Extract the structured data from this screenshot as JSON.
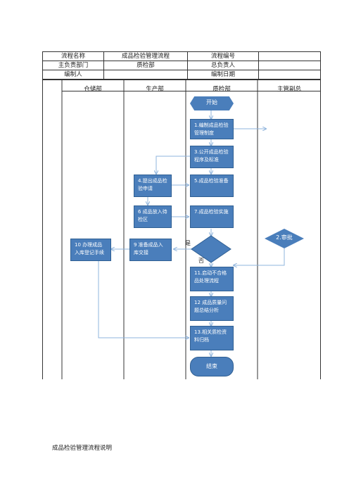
{
  "header": {
    "process_name_label": "流程名称",
    "process_name_value": "成品检验管理流程",
    "process_no_label": "流程编号",
    "process_no_value": "",
    "dept_label": "主负责部门",
    "dept_value": "质检部",
    "owner_label": "总负责人",
    "owner_value": "",
    "editor_label": "编制人",
    "editor_value": "",
    "date_label": "编制日期",
    "date_value": ""
  },
  "lanes": [
    "仓储部",
    "生产部",
    "质检部",
    "主管副总"
  ],
  "steps": {
    "start": "开始",
    "s1": "1.编制成品检验管理制度",
    "s2": "2.审批",
    "s3": "3.公开成品检验程序及标准",
    "s4": "4.提出成品检验申请",
    "s5": "5.成品检验准备",
    "s6": "6 成品放入待检区",
    "s7": "7.成品检验实施",
    "s9": "9 准备成品入库交接",
    "s10": "10 办理成品入库登记手续",
    "s11": "11.启动不合格品处理流程",
    "s12": "12 成品质量问题总结分析",
    "s13": "13.相关质检资料归档",
    "end": "结束",
    "yes": "是",
    "no": "否"
  },
  "footer_text": "成品检验管理流程说明",
  "colors": {
    "box_fill": "#4a7ebb",
    "box_border": "#2f5f93",
    "arrow": "#8fb4dc"
  }
}
